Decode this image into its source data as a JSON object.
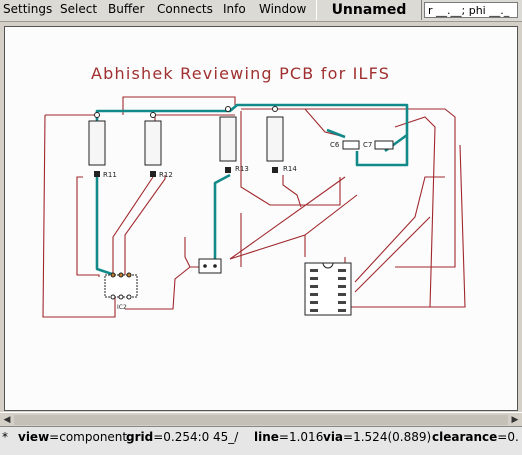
{
  "menu": {
    "items": [
      "Settings",
      "Select",
      "Buffer",
      "Connects",
      "Info",
      "Window"
    ]
  },
  "document": {
    "title": "Unnamed"
  },
  "coords": {
    "text": "r __.__; phi __._"
  },
  "board": {
    "title": "Abhishek Reviewing PCB for ILFS",
    "labels": {
      "r11": "R11",
      "r12": "R12",
      "r13": "R13",
      "r14": "R14",
      "c6": "C6",
      "c7": "C7",
      "ic": "IC2"
    }
  },
  "status": {
    "star": "*",
    "view_key": "view",
    "view_val": "=component",
    "grid_key": "grid",
    "grid_val": "=0.254:0",
    "angle": "45_/",
    "line_key": "line",
    "line_val": "=1.016",
    "via_key": "via",
    "via_val": "=1.524(0.889)",
    "clear_key": "clearance",
    "clear_val": "=0.",
    "colors": {
      "trace": "#a0282d",
      "route": "#138a8a",
      "title": "#a03030"
    }
  }
}
